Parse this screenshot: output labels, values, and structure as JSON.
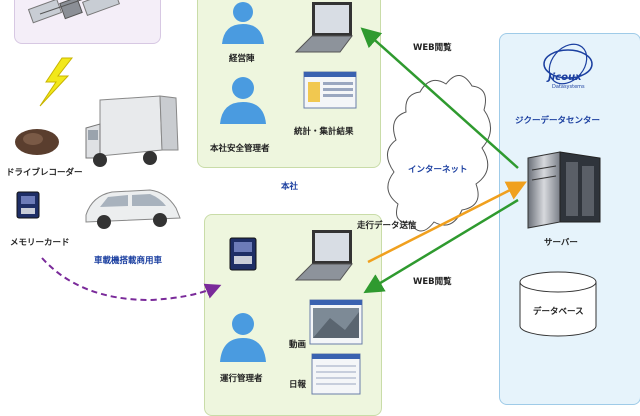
{
  "labels": {
    "drive_recorder": "ドライブレコーダー",
    "memory_card": "メモリーカード",
    "vehicle_caption": "車載機搭載商用車",
    "management": "経営陣",
    "safety_manager": "本社安全管理者",
    "stats_results": "統計・集計結果",
    "head_office": "本社",
    "internet": "インターネット",
    "web_view_top": "WEB閲覧",
    "web_view_bottom": "WEB閲覧",
    "driving_data_send": "走行データ送信",
    "operation_manager": "運行管理者",
    "video": "動画",
    "daily_report": "日報",
    "jicoux_center": "ジクーデータセンター",
    "server": "サーバー",
    "database": "データベース",
    "jicoux_logo": "Jicoux",
    "jicoux_sub": "Datasystems"
  },
  "colors": {
    "green_arrow": "#2f9a2f",
    "orange_arrow": "#f0a01e",
    "purple_dash": "#7a2a9a",
    "person_blue": "#4a9be0",
    "panel_green": "#eef6de",
    "panel_blue": "#e6f3fb"
  }
}
